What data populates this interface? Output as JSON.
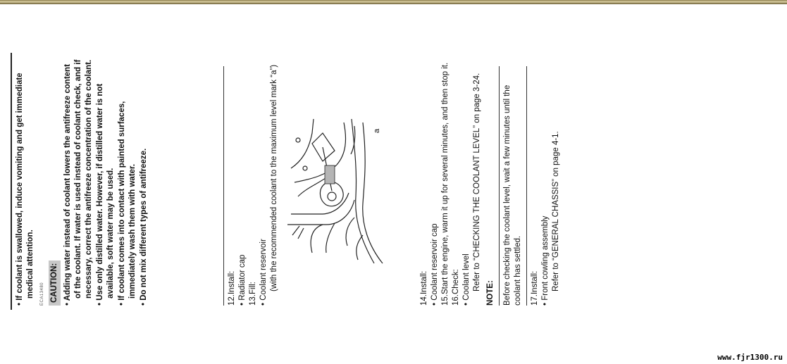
{
  "page": {
    "warning_items": [
      "If coolant is swallowed, induce vomiting and get immediate medical attention."
    ],
    "caution_ref": "ECA13480",
    "caution_label": "CAUTION:",
    "caution_items": [
      "Adding water instead of coolant lowers the antifreeze content of the coolant. If water is used instead of coolant check, and if necessary, correct the antifreeze concentration of the coolant.",
      "Use only distilled water. However, if distilled water is not available, soft water may be used.",
      "If coolant comes into contact with painted surfaces, immediately wash them with water.",
      "Do not mix different types of antifreeze."
    ],
    "step12": "12.Install:",
    "step12_item": "Radiator cap",
    "step13": "13.Fill:",
    "step13_item": "Coolant reservoir",
    "step13_note": "(with the recommended coolant to the maximum level mark “a”)",
    "figure_label": "a",
    "step14": "14.Install:",
    "step14_item": "Coolant reservoir cap",
    "step15": "15.Start the engine, warm it up for several minutes, and then stop it.",
    "step16": "16.Check:",
    "step16_item": "Coolant level",
    "step16_ref": "Refer to “CHECKING THE COOLANT LEVEL” on page 3-24.",
    "note_label": "NOTE:",
    "note_text": "Before checking the coolant level, wait a few minutes until the coolant has settled.",
    "step17": "17.Install:",
    "step17_item": "Front cowling assembly",
    "step17_ref": "Refer to “GENERAL CHASSIS” on page 4-1."
  },
  "watermark": "www.fjr1300.ru"
}
